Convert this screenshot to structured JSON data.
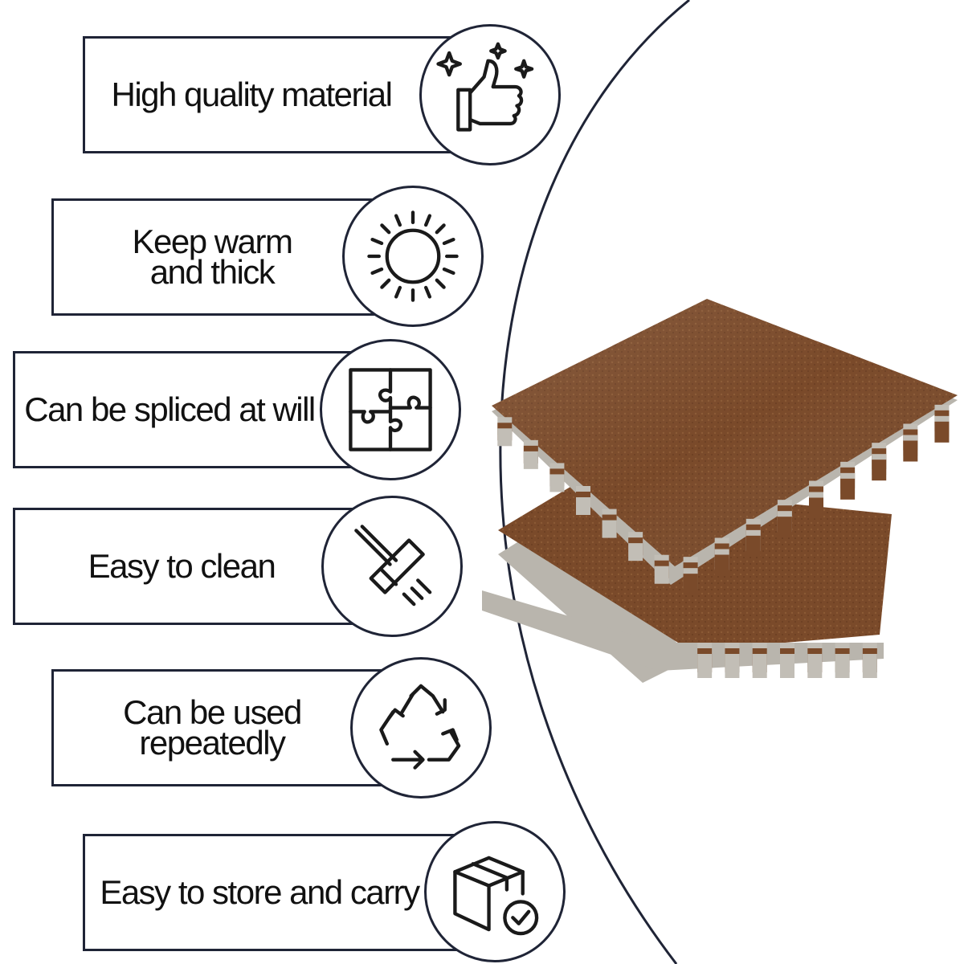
{
  "features": [
    {
      "label": "High quality material",
      "icon": "thumbs-up-sparkle-icon"
    },
    {
      "label": "Keep warm\nand thick",
      "icon": "sun-icon"
    },
    {
      "label": "Can be spliced at will",
      "icon": "puzzle-icon"
    },
    {
      "label": "Easy to clean",
      "icon": "mop-icon"
    },
    {
      "label": "Can be used\nrepeatedly",
      "icon": "recycle-icon"
    },
    {
      "label": "Easy to store and carry",
      "icon": "box-check-icon"
    }
  ],
  "colors": {
    "outline": "#1f2436",
    "mat_brown": "#7a4a2a",
    "mat_foam": "#b9b5ad"
  }
}
